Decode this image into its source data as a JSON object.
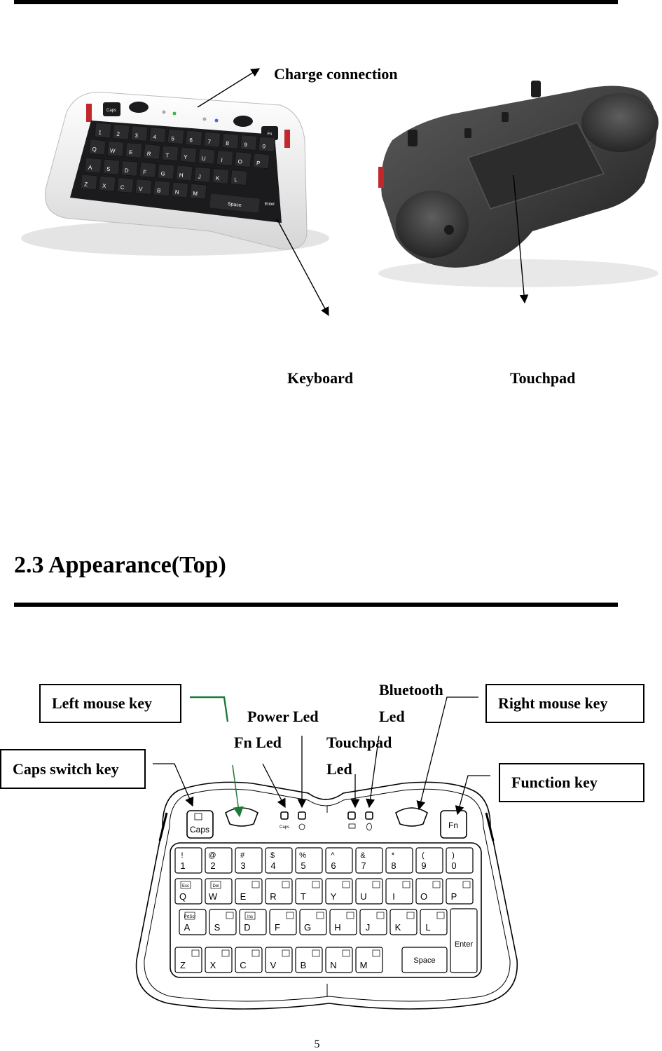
{
  "top_section": {
    "callouts": {
      "charge_connection": "Charge connection",
      "keyboard": "Keyboard",
      "touchpad": "Touchpad"
    },
    "keyboard_front_keys": {
      "caps": "Caps",
      "fn": "Fn",
      "space": "Space",
      "enter": "Enter",
      "row1": [
        "1",
        "2",
        "3",
        "4",
        "5",
        "6",
        "7",
        "8",
        "9",
        "0"
      ],
      "row2": [
        "Q",
        "W",
        "E",
        "R",
        "T",
        "Y",
        "U",
        "I",
        "O",
        "P"
      ],
      "row3": [
        "A",
        "S",
        "D",
        "F",
        "G",
        "H",
        "J",
        "K",
        "L"
      ],
      "row4": [
        "Z",
        "X",
        "C",
        "V",
        "B",
        "N",
        "M"
      ]
    }
  },
  "section": {
    "heading": "2.3 Appearance(Top)"
  },
  "diagram": {
    "labels": {
      "left_mouse_key": "Left mouse key",
      "caps_switch_key": "Caps switch key",
      "power_led": "Power Led",
      "fn_led": "Fn Led",
      "bluetooth_led_line1": "Bluetooth",
      "bluetooth_led_line2": "Led",
      "touchpad_led_line1": "Touchpad",
      "touchpad_led_line2": "Led",
      "right_mouse_key": "Right mouse key",
      "function_key": "Function key"
    },
    "keys": {
      "caps": "Caps",
      "fn": "Fn",
      "caps_led": "Caps",
      "space": "Space",
      "enter": "Enter",
      "row1": [
        {
          "main": "1",
          "sub": "!"
        },
        {
          "main": "2",
          "sub": "@"
        },
        {
          "main": "3",
          "sub": "#"
        },
        {
          "main": "4",
          "sub": "$"
        },
        {
          "main": "5",
          "sub": "%"
        },
        {
          "main": "6",
          "sub": "^"
        },
        {
          "main": "7",
          "sub": "&"
        },
        {
          "main": "8",
          "sub": "*"
        },
        {
          "main": "9",
          "sub": "("
        },
        {
          "main": "0",
          "sub": ")"
        }
      ],
      "row2": [
        {
          "main": "Q",
          "fn": "Esc"
        },
        {
          "main": "W",
          "fn": "Del"
        },
        {
          "main": "E",
          "fn": ""
        },
        {
          "main": "R",
          "fn": ""
        },
        {
          "main": "T",
          "fn": ""
        },
        {
          "main": "Y",
          "fn": ""
        },
        {
          "main": "U",
          "fn": ""
        },
        {
          "main": "I",
          "fn": ""
        },
        {
          "main": "O",
          "fn": ""
        },
        {
          "main": "P",
          "fn": ""
        }
      ],
      "row3": [
        {
          "main": "A",
          "fn": "PrtScr"
        },
        {
          "main": "S",
          "fn": ""
        },
        {
          "main": "D",
          "fn": "Ins"
        },
        {
          "main": "F",
          "fn": ""
        },
        {
          "main": "G",
          "fn": ""
        },
        {
          "main": "H",
          "fn": ""
        },
        {
          "main": "J",
          "fn": ""
        },
        {
          "main": "K",
          "fn": ""
        },
        {
          "main": "L",
          "fn": ""
        }
      ],
      "row4": [
        {
          "main": "Z"
        },
        {
          "main": "X"
        },
        {
          "main": "C"
        },
        {
          "main": "V"
        },
        {
          "main": "B"
        },
        {
          "main": "N"
        },
        {
          "main": "M"
        }
      ]
    }
  },
  "footer": {
    "page_number": "5"
  }
}
